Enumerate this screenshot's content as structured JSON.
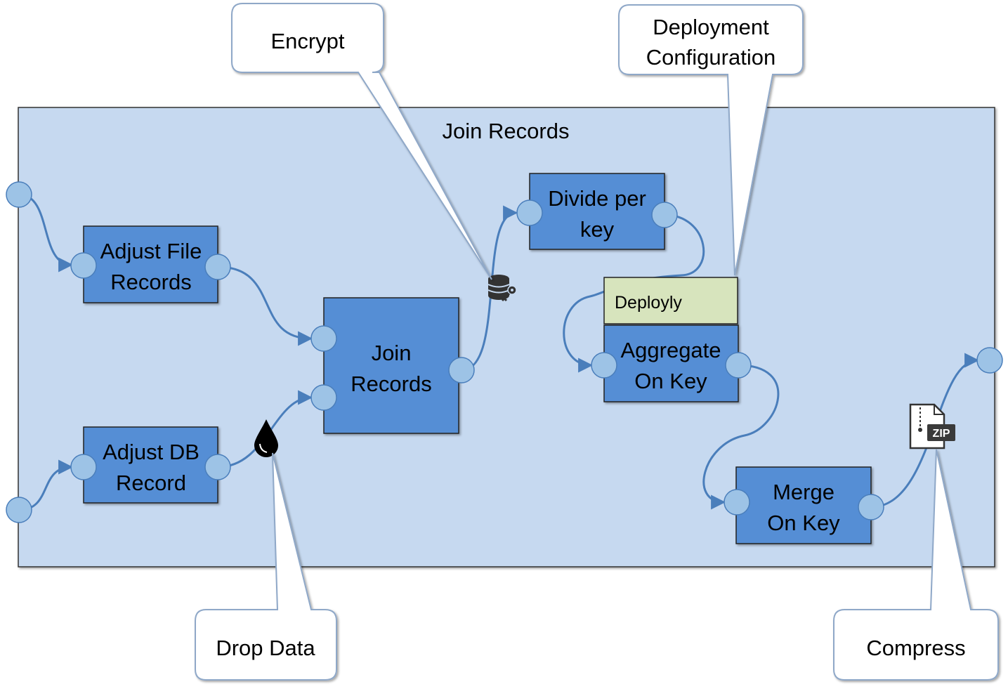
{
  "container": {
    "title": "Join Records"
  },
  "nodes": {
    "adjust_file": {
      "line1": "Adjust File",
      "line2": "Records"
    },
    "adjust_db": {
      "line1": "Adjust DB",
      "line2": "Record"
    },
    "join": {
      "line1": "Join",
      "line2": "Records"
    },
    "divide": {
      "line1": "Divide per",
      "line2": "key"
    },
    "aggregate": {
      "line1": "Aggregate",
      "line2": "On Key"
    },
    "merge": {
      "line1": "Merge",
      "line2": "On Key"
    },
    "deployly": {
      "label": "Deployly"
    }
  },
  "callouts": {
    "encrypt": {
      "text": "Encrypt"
    },
    "deploy_config": {
      "line1": "Deployment",
      "line2": "Configuration"
    },
    "drop_data": {
      "text": "Drop Data"
    },
    "compress": {
      "text": "Compress"
    }
  },
  "icons": {
    "encrypt": "database-key-icon",
    "drop": "drop-icon",
    "compress": "zip-file-icon",
    "zip_text": "ZIP"
  },
  "colors": {
    "container_fill": "#c6d9f0",
    "node_fill": "#558ed5",
    "port_fill": "#9dc3e6",
    "edge": "#4a7ebb",
    "deployly_fill": "#d7e4bd",
    "callout_border": "#8fa8c8"
  }
}
